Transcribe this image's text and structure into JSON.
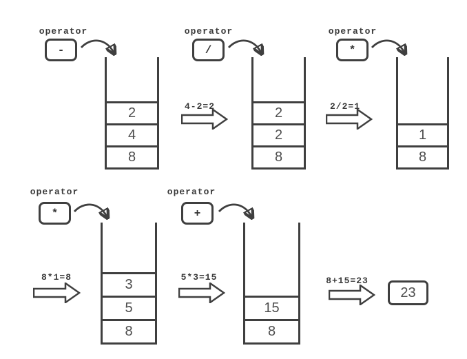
{
  "colors": {
    "background": "#ffffff",
    "stroke": "#3f3f3f",
    "text": "#4d4d4d",
    "label_text": "#3a3a3a"
  },
  "steps": [
    {
      "caption": "operator",
      "operator": "-",
      "cells": [
        "2",
        "4",
        "8"
      ]
    },
    {
      "caption": "operator",
      "operator": "/",
      "cells": [
        "2",
        "2",
        "8"
      ]
    },
    {
      "caption": "operator",
      "operator": "*",
      "cells": [
        "1",
        "8"
      ]
    },
    {
      "caption": "operator",
      "operator": "*",
      "cells": [
        "3",
        "5",
        "8"
      ]
    },
    {
      "caption": "operator",
      "operator": "+",
      "cells": [
        "15",
        "8"
      ]
    }
  ],
  "transitions": [
    {
      "label": "4-2=2"
    },
    {
      "label": "2/2=1"
    },
    {
      "label": "8*1=8"
    },
    {
      "label": "5*3=15"
    },
    {
      "label": "8+15=23"
    }
  ],
  "result": {
    "value": "23"
  }
}
